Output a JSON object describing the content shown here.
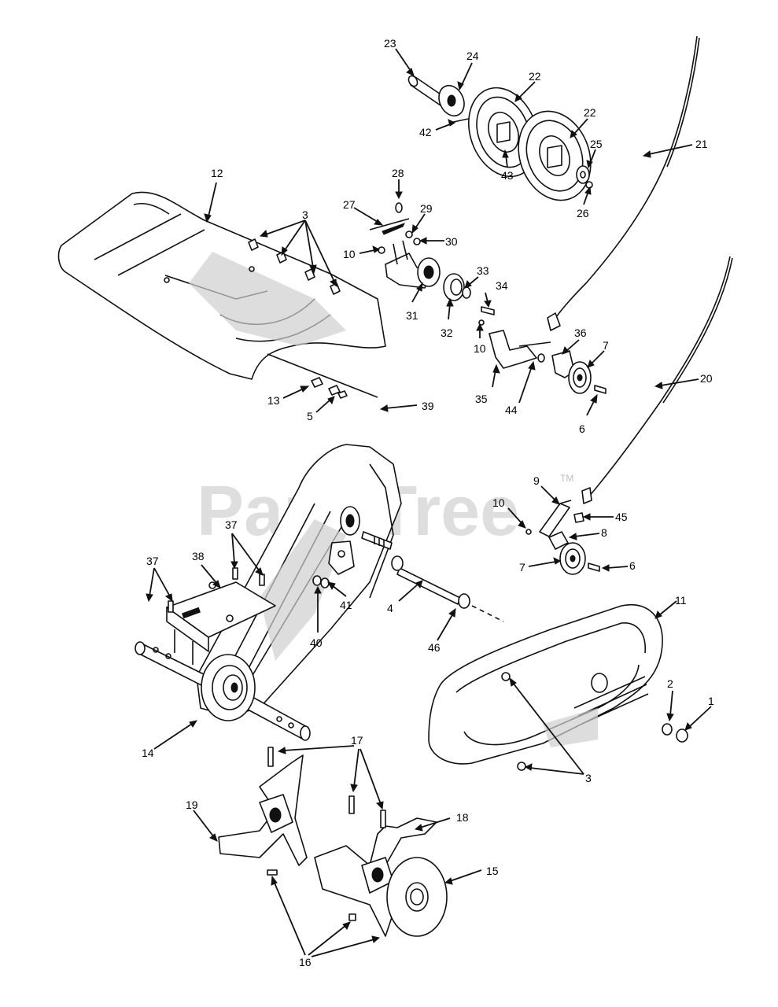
{
  "watermark": {
    "text": "PartsTree",
    "trademark": "TM"
  },
  "callouts": [
    {
      "id": "c23",
      "label": "23"
    },
    {
      "id": "c24",
      "label": "24"
    },
    {
      "id": "c22a",
      "label": "22"
    },
    {
      "id": "c42",
      "label": "42"
    },
    {
      "id": "c22b",
      "label": "22"
    },
    {
      "id": "c25",
      "label": "25"
    },
    {
      "id": "c43",
      "label": "43"
    },
    {
      "id": "c26",
      "label": "26"
    },
    {
      "id": "c21",
      "label": "21"
    },
    {
      "id": "c12",
      "label": "12"
    },
    {
      "id": "c28",
      "label": "28"
    },
    {
      "id": "c27",
      "label": "27"
    },
    {
      "id": "c29",
      "label": "29"
    },
    {
      "id": "c3a",
      "label": "3"
    },
    {
      "id": "c30",
      "label": "30"
    },
    {
      "id": "c10a",
      "label": "10"
    },
    {
      "id": "c33",
      "label": "33"
    },
    {
      "id": "c34",
      "label": "34"
    },
    {
      "id": "c31",
      "label": "31"
    },
    {
      "id": "c32",
      "label": "32"
    },
    {
      "id": "c10b",
      "label": "10"
    },
    {
      "id": "c36",
      "label": "36"
    },
    {
      "id": "c7a",
      "label": "7"
    },
    {
      "id": "c20",
      "label": "20"
    },
    {
      "id": "c35",
      "label": "35"
    },
    {
      "id": "c44",
      "label": "44"
    },
    {
      "id": "c13",
      "label": "13"
    },
    {
      "id": "c39",
      "label": "39"
    },
    {
      "id": "c5",
      "label": "5"
    },
    {
      "id": "c6a",
      "label": "6"
    },
    {
      "id": "c9",
      "label": "9"
    },
    {
      "id": "c10c",
      "label": "10"
    },
    {
      "id": "c45",
      "label": "45"
    },
    {
      "id": "c8",
      "label": "8"
    },
    {
      "id": "c7b",
      "label": "7"
    },
    {
      "id": "c6b",
      "label": "6"
    },
    {
      "id": "c37a",
      "label": "37"
    },
    {
      "id": "c37b",
      "label": "37"
    },
    {
      "id": "c38",
      "label": "38"
    },
    {
      "id": "c4",
      "label": "4"
    },
    {
      "id": "c11",
      "label": "11"
    },
    {
      "id": "c41",
      "label": "41"
    },
    {
      "id": "c40",
      "label": "40"
    },
    {
      "id": "c46",
      "label": "46"
    },
    {
      "id": "c2",
      "label": "2"
    },
    {
      "id": "c1",
      "label": "1"
    },
    {
      "id": "c14",
      "label": "14"
    },
    {
      "id": "c3b",
      "label": "3"
    },
    {
      "id": "c17",
      "label": "17"
    },
    {
      "id": "c18",
      "label": "18"
    },
    {
      "id": "c19",
      "label": "19"
    },
    {
      "id": "c15",
      "label": "15"
    },
    {
      "id": "c16",
      "label": "16"
    }
  ]
}
